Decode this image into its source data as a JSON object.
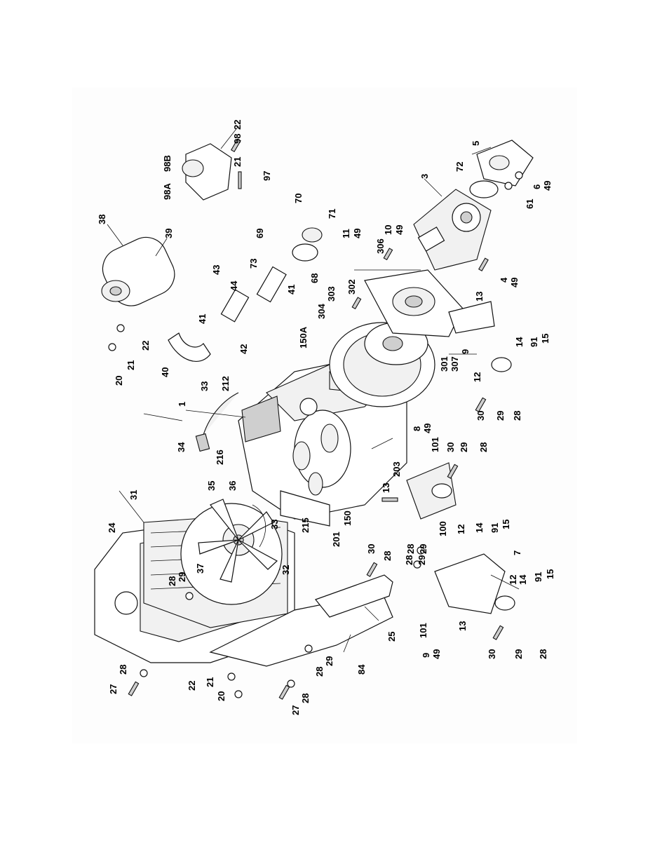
{
  "callouts": [
    {
      "id": "c1",
      "text": "22"
    },
    {
      "id": "c2",
      "text": "98"
    },
    {
      "id": "c3",
      "text": "98B"
    },
    {
      "id": "c4",
      "text": "98A"
    },
    {
      "id": "c5",
      "text": "21"
    },
    {
      "id": "c6",
      "text": "97"
    },
    {
      "id": "c7",
      "text": "5"
    },
    {
      "id": "c8",
      "text": "72"
    },
    {
      "id": "c9",
      "text": "3"
    },
    {
      "id": "c10",
      "text": "6"
    },
    {
      "id": "c11",
      "text": "49"
    },
    {
      "id": "c12",
      "text": "61"
    },
    {
      "id": "c13",
      "text": "38"
    },
    {
      "id": "c14",
      "text": "39"
    },
    {
      "id": "c15",
      "text": "70"
    },
    {
      "id": "c16",
      "text": "71"
    },
    {
      "id": "c17",
      "text": "69"
    },
    {
      "id": "c18",
      "text": "68"
    },
    {
      "id": "c19",
      "text": "11"
    },
    {
      "id": "c20",
      "text": "49"
    },
    {
      "id": "c21",
      "text": "10"
    },
    {
      "id": "c22",
      "text": "49"
    },
    {
      "id": "c23",
      "text": "306"
    },
    {
      "id": "c24",
      "text": "43"
    },
    {
      "id": "c25",
      "text": "44"
    },
    {
      "id": "c26",
      "text": "73"
    },
    {
      "id": "c27",
      "text": "41"
    },
    {
      "id": "c28",
      "text": "4"
    },
    {
      "id": "c29",
      "text": "49"
    },
    {
      "id": "c30",
      "text": "302"
    },
    {
      "id": "c31",
      "text": "303"
    },
    {
      "id": "c32",
      "text": "304"
    },
    {
      "id": "c33",
      "text": "13"
    },
    {
      "id": "c34",
      "text": "41"
    },
    {
      "id": "c35",
      "text": "42"
    },
    {
      "id": "c36",
      "text": "40"
    },
    {
      "id": "c37",
      "text": "22"
    },
    {
      "id": "c38",
      "text": "21"
    },
    {
      "id": "c39",
      "text": "20"
    },
    {
      "id": "c40",
      "text": "150A"
    },
    {
      "id": "c41",
      "text": "9"
    },
    {
      "id": "c42",
      "text": "14"
    },
    {
      "id": "c43",
      "text": "91"
    },
    {
      "id": "c44",
      "text": "15"
    },
    {
      "id": "c45",
      "text": "301"
    },
    {
      "id": "c46",
      "text": "307"
    },
    {
      "id": "c47",
      "text": "12"
    },
    {
      "id": "c48",
      "text": "212"
    },
    {
      "id": "c49",
      "text": "33"
    },
    {
      "id": "c50",
      "text": "1"
    },
    {
      "id": "c51",
      "text": "30"
    },
    {
      "id": "c52",
      "text": "29"
    },
    {
      "id": "c53",
      "text": "28"
    },
    {
      "id": "c54",
      "text": "34"
    },
    {
      "id": "c55",
      "text": "216"
    },
    {
      "id": "c56",
      "text": "8"
    },
    {
      "id": "c57",
      "text": "49"
    },
    {
      "id": "c58",
      "text": "101"
    },
    {
      "id": "c59",
      "text": "30"
    },
    {
      "id": "c60",
      "text": "29"
    },
    {
      "id": "c61",
      "text": "28"
    },
    {
      "id": "c62",
      "text": "203"
    },
    {
      "id": "c63",
      "text": "31"
    },
    {
      "id": "c64",
      "text": "35"
    },
    {
      "id": "c65",
      "text": "36"
    },
    {
      "id": "c66",
      "text": "13"
    },
    {
      "id": "c67",
      "text": "24"
    },
    {
      "id": "c68",
      "text": "33"
    },
    {
      "id": "c69",
      "text": "215"
    },
    {
      "id": "c70",
      "text": "150"
    },
    {
      "id": "c71",
      "text": "201"
    },
    {
      "id": "c72",
      "text": "100"
    },
    {
      "id": "c73",
      "text": "12"
    },
    {
      "id": "c74",
      "text": "14"
    },
    {
      "id": "c75",
      "text": "91"
    },
    {
      "id": "c76",
      "text": "15"
    },
    {
      "id": "c77",
      "text": "37"
    },
    {
      "id": "c78",
      "text": "32"
    },
    {
      "id": "c79",
      "text": "30"
    },
    {
      "id": "c80",
      "text": "28"
    },
    {
      "id": "c81",
      "text": "28"
    },
    {
      "id": "c82",
      "text": "29"
    },
    {
      "id": "c83",
      "text": "7"
    },
    {
      "id": "c84",
      "text": "28"
    },
    {
      "id": "c85",
      "text": "29"
    },
    {
      "id": "c86",
      "text": "14"
    },
    {
      "id": "c87",
      "text": "91"
    },
    {
      "id": "c88",
      "text": "15"
    },
    {
      "id": "c89",
      "text": "12"
    },
    {
      "id": "c90",
      "text": "101"
    },
    {
      "id": "c91",
      "text": "13"
    },
    {
      "id": "c92",
      "text": "9"
    },
    {
      "id": "c93",
      "text": "49"
    },
    {
      "id": "c94",
      "text": "30"
    },
    {
      "id": "c95",
      "text": "29"
    },
    {
      "id": "c96",
      "text": "28"
    },
    {
      "id": "c97",
      "text": "25"
    },
    {
      "id": "c98",
      "text": "84"
    },
    {
      "id": "c99",
      "text": "29"
    },
    {
      "id": "c100",
      "text": "28"
    },
    {
      "id": "c101",
      "text": "28"
    },
    {
      "id": "c102",
      "text": "27"
    },
    {
      "id": "c103",
      "text": "22"
    },
    {
      "id": "c104",
      "text": "21"
    },
    {
      "id": "c105",
      "text": "20"
    },
    {
      "id": "c106",
      "text": "28"
    },
    {
      "id": "c107",
      "text": "27"
    },
    {
      "id": "c108",
      "text": "28"
    },
    {
      "id": "c109",
      "text": "29"
    }
  ]
}
